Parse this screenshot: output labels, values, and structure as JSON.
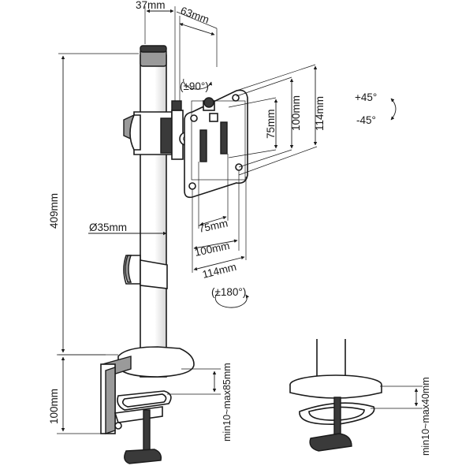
{
  "diagram": {
    "labels": {
      "top_offset": "37mm",
      "arm_offset": "63mm",
      "rotation_90": "(±90°)",
      "height_409": "409mm",
      "pole_diameter": "Ø35mm",
      "vesa_v75": "75mm",
      "vesa_v100": "100mm",
      "vesa_v114": "114mm",
      "vesa_h75": "75mm",
      "vesa_h100": "100mm",
      "vesa_h114": "114mm",
      "rotation_180": "(±180°)",
      "tilt_up": "+45°",
      "tilt_down": "-45°",
      "clamp_height": "100mm",
      "clamp_range": "min10~max85mm",
      "grommet_range": "min10~max40mm"
    }
  }
}
